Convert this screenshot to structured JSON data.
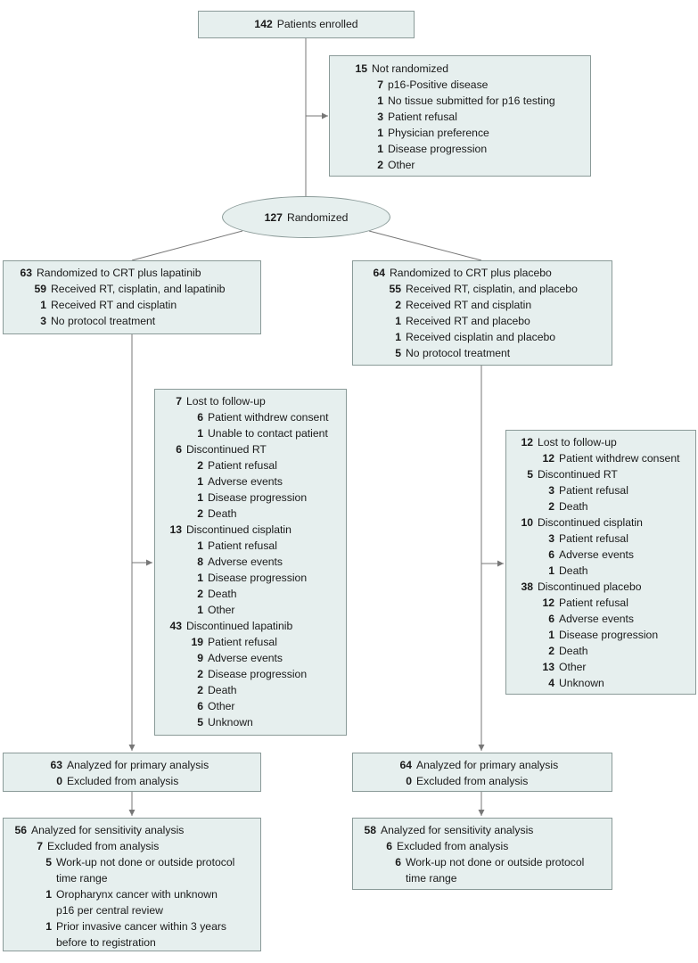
{
  "enrolled": {
    "n": "142",
    "label": "Patients enrolled"
  },
  "not_randomized": {
    "n": "15",
    "label": "Not randomized",
    "items": [
      {
        "n": "7",
        "label": "p16-Positive disease"
      },
      {
        "n": "1",
        "label": "No tissue submitted for p16 testing"
      },
      {
        "n": "3",
        "label": "Patient refusal"
      },
      {
        "n": "1",
        "label": "Physician preference"
      },
      {
        "n": "1",
        "label": "Disease progression"
      },
      {
        "n": "2",
        "label": "Other"
      }
    ]
  },
  "randomized": {
    "n": "127",
    "label": "Randomized"
  },
  "arm_lapatinib": {
    "n": "63",
    "label": "Randomized to CRT plus lapatinib",
    "items": [
      {
        "n": "59",
        "label": "Received RT, cisplatin, and lapatinib"
      },
      {
        "n": "1",
        "label": "Received RT and cisplatin"
      },
      {
        "n": "3",
        "label": "No protocol treatment"
      }
    ]
  },
  "arm_placebo": {
    "n": "64",
    "label": "Randomized to CRT plus placebo",
    "items": [
      {
        "n": "55",
        "label": "Received RT, cisplatin, and placebo"
      },
      {
        "n": "2",
        "label": "Received RT and cisplatin"
      },
      {
        "n": "1",
        "label": "Received RT and placebo"
      },
      {
        "n": "1",
        "label": "Received cisplatin and placebo"
      },
      {
        "n": "5",
        "label": "No protocol treatment"
      }
    ]
  },
  "followup_lapatinib": [
    {
      "n": "7",
      "label": "Lost to follow-up",
      "subs": [
        {
          "n": "6",
          "label": "Patient withdrew consent"
        },
        {
          "n": "1",
          "label": "Unable to contact patient"
        }
      ]
    },
    {
      "n": "6",
      "label": "Discontinued RT",
      "subs": [
        {
          "n": "2",
          "label": "Patient refusal"
        },
        {
          "n": "1",
          "label": "Adverse events"
        },
        {
          "n": "1",
          "label": "Disease progression"
        },
        {
          "n": "2",
          "label": "Death"
        }
      ]
    },
    {
      "n": "13",
      "label": "Discontinued cisplatin",
      "subs": [
        {
          "n": "1",
          "label": "Patient refusal"
        },
        {
          "n": "8",
          "label": "Adverse events"
        },
        {
          "n": "1",
          "label": "Disease progression"
        },
        {
          "n": "2",
          "label": "Death"
        },
        {
          "n": "1",
          "label": "Other"
        }
      ]
    },
    {
      "n": "43",
      "label": "Discontinued lapatinib",
      "subs": [
        {
          "n": "19",
          "label": "Patient refusal"
        },
        {
          "n": "9",
          "label": "Adverse events"
        },
        {
          "n": "2",
          "label": "Disease progression"
        },
        {
          "n": "2",
          "label": "Death"
        },
        {
          "n": "6",
          "label": "Other"
        },
        {
          "n": "5",
          "label": "Unknown"
        }
      ]
    }
  ],
  "followup_placebo": [
    {
      "n": "12",
      "label": "Lost to follow-up",
      "subs": [
        {
          "n": "12",
          "label": "Patient withdrew consent"
        }
      ]
    },
    {
      "n": "5",
      "label": "Discontinued RT",
      "subs": [
        {
          "n": "3",
          "label": "Patient refusal"
        },
        {
          "n": "2",
          "label": "Death"
        }
      ]
    },
    {
      "n": "10",
      "label": "Discontinued cisplatin",
      "subs": [
        {
          "n": "3",
          "label": "Patient refusal"
        },
        {
          "n": "6",
          "label": "Adverse events"
        },
        {
          "n": "1",
          "label": "Death"
        }
      ]
    },
    {
      "n": "38",
      "label": "Discontinued placebo",
      "subs": [
        {
          "n": "12",
          "label": "Patient refusal"
        },
        {
          "n": "6",
          "label": "Adverse events"
        },
        {
          "n": "1",
          "label": "Disease progression"
        },
        {
          "n": "2",
          "label": "Death"
        },
        {
          "n": "13",
          "label": "Other"
        },
        {
          "n": "4",
          "label": "Unknown"
        }
      ]
    }
  ],
  "primary_lapatinib": {
    "analyzed_n": "63",
    "analyzed_label": "Analyzed for primary analysis",
    "excluded_n": "0",
    "excluded_label": "Excluded from analysis"
  },
  "primary_placebo": {
    "analyzed_n": "64",
    "analyzed_label": "Analyzed for primary analysis",
    "excluded_n": "0",
    "excluded_label": "Excluded from analysis"
  },
  "sensitivity_lapatinib": {
    "analyzed_n": "56",
    "analyzed_label": "Analyzed for sensitivity analysis",
    "excluded_n": "7",
    "excluded_label": "Excluded from analysis",
    "reasons": [
      {
        "n": "5",
        "lines": [
          "Work-up not done or outside protocol",
          "time range"
        ]
      },
      {
        "n": "1",
        "lines": [
          "Oropharynx cancer with unknown",
          "p16 per central review"
        ]
      },
      {
        "n": "1",
        "lines": [
          "Prior invasive cancer within 3 years",
          "before to registration"
        ]
      }
    ]
  },
  "sensitivity_placebo": {
    "analyzed_n": "58",
    "analyzed_label": "Analyzed for sensitivity analysis",
    "excluded_n": "6",
    "excluded_label": "Excluded from analysis",
    "reasons": [
      {
        "n": "6",
        "lines": [
          "Work-up not done or outside protocol",
          "time range"
        ]
      }
    ]
  },
  "colors": {
    "box_fill": "#e6efee",
    "box_border": "#8a9a98",
    "line": "#777777"
  }
}
